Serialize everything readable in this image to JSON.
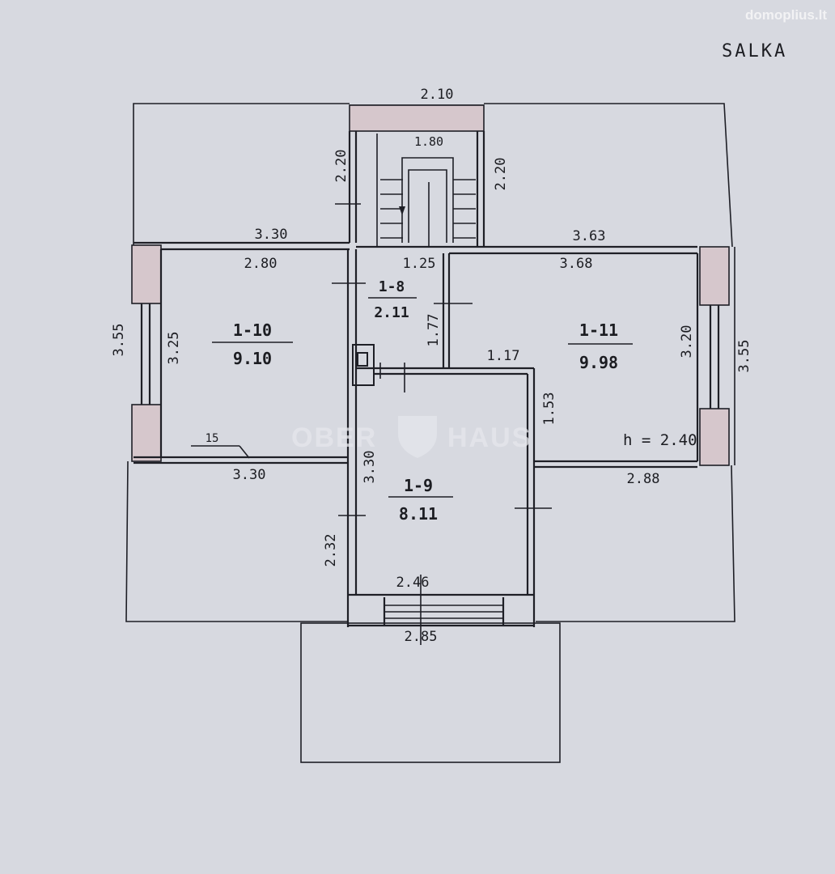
{
  "site_watermark": "domoplius.lt",
  "floor_name": "SALKA",
  "watermark": {
    "left": "OBER",
    "right": "HAUS"
  },
  "rooms": [
    {
      "id": "1-10",
      "area": "9.10"
    },
    {
      "id": "1-8",
      "area": "2.11"
    },
    {
      "id": "1-11",
      "area": "9.98"
    },
    {
      "id": "1-9",
      "area": "8.11"
    }
  ],
  "height_note": "h = 2.40",
  "dimensions": {
    "top_width": "2.10",
    "stair_inner": "1.80",
    "stair_left": "2.20",
    "stair_right": "2.20",
    "left_top_outer": "3.30",
    "right_top_outer": "3.63",
    "room_1_10_top": "2.80",
    "hall_top": "1.25",
    "room_1_11_top": "3.68",
    "left_outer_height": "3.55",
    "room_1_10_height": "3.25",
    "hall_height": "1.77",
    "room_1_11_height": "3.20",
    "right_outer_height": "3.55",
    "wall_mark": "15",
    "room_1_10_bottom": "3.30",
    "room_1_9_top": "1.17",
    "room_1_9_right_upper": "1.53",
    "room_1_9_left": "3.30",
    "room_1_11_bottom": "2.88",
    "room_1_9_left_lower": "2.32",
    "room_1_9_bottom": "2.46",
    "balcony_width": "2.85"
  }
}
